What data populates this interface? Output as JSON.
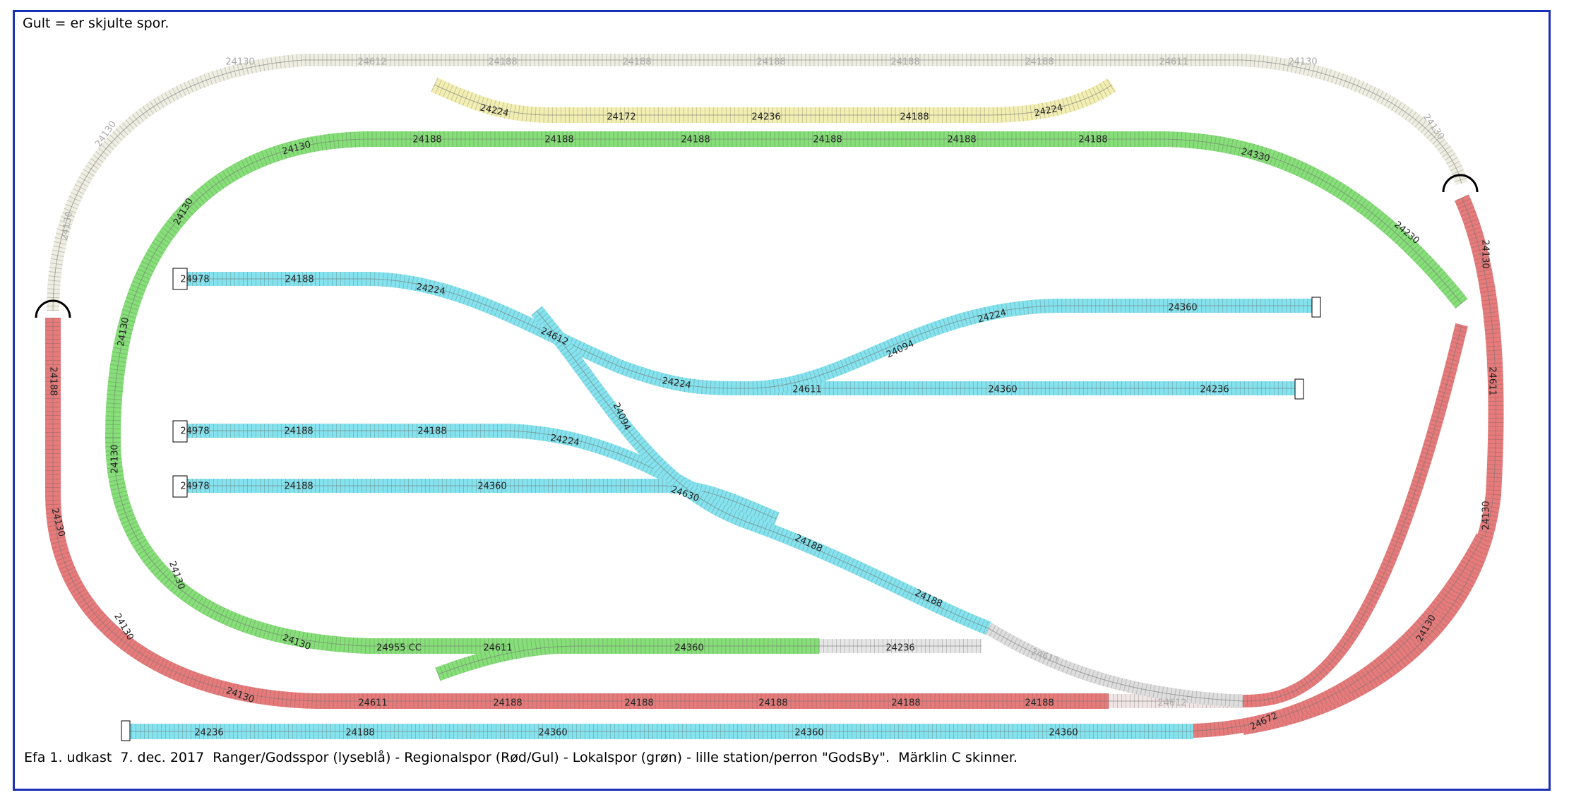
{
  "legend_text": "Gult = er skjulte spor.",
  "caption": "Efa 1. udkast  7. dec. 2017  Ranger/Godsspor (lyseblå) - Regionalspor (Rød/Gul) - Lokalspor (grøn) - lille station/perron \"GodsBy\".  Märklin C skinner.",
  "colors": {
    "hidden": "#f3efb3",
    "hidden_outer": "#eeeee2",
    "regional": "#e77b7b",
    "local": "#86df78",
    "shunting": "#84e3ee",
    "neutral": "#e6e6e6",
    "frame": "#1a2fb8"
  },
  "labels": {
    "outer_top": [
      "24130",
      "24612",
      "24188",
      "24188",
      "24188",
      "24188",
      "24188",
      "24611",
      "24130"
    ],
    "outer_side": [
      "24130",
      "24130",
      "24130"
    ],
    "hidden_yellow": [
      "24224",
      "24172",
      "24236",
      "24188",
      "24224"
    ],
    "green_top": [
      "24130",
      "24188",
      "24188",
      "24188",
      "24188",
      "24188",
      "24188",
      "24330",
      "24230"
    ],
    "green_left": [
      "24130",
      "24130",
      "24130",
      "24130",
      "24130"
    ],
    "green_bottom": [
      "24955 CC",
      "24611",
      "24360",
      "24236"
    ],
    "red_left": [
      "24188",
      "24130",
      "24130",
      "24130"
    ],
    "red_right": [
      "24130",
      "24611",
      "24130",
      "24130"
    ],
    "red_bottom": [
      "24611",
      "24188",
      "24188",
      "24188",
      "24188",
      "24188",
      "24612",
      "24672"
    ],
    "siding1": [
      "24978",
      "24188",
      "24224",
      "24612",
      "24224",
      "24611",
      "24360",
      "24236"
    ],
    "siding_upper": [
      "24094",
      "24224",
      "24360"
    ],
    "siding2": [
      "24978",
      "24188",
      "24188",
      "24224"
    ],
    "siding3": [
      "24978",
      "24188",
      "24360",
      "24630"
    ],
    "diag": [
      "24094",
      "24188",
      "24188",
      "24611"
    ],
    "bottom_blue": [
      "24236",
      "24188",
      "24360",
      "24360",
      "24360"
    ]
  }
}
